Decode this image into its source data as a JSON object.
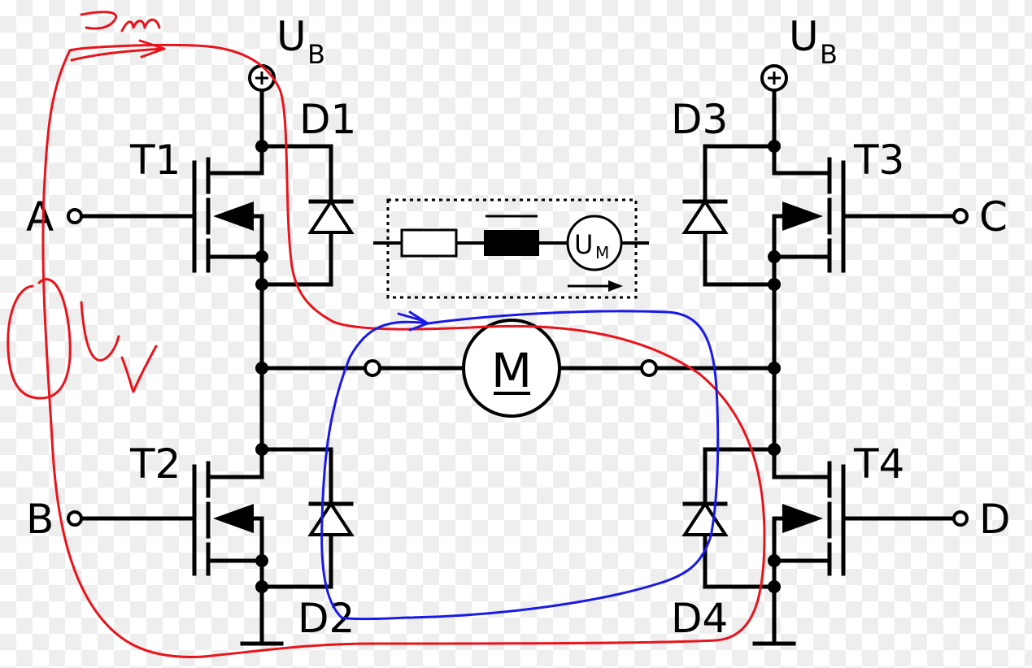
{
  "diagram": {
    "supply_label": "U",
    "supply_sub": "B",
    "transistors": [
      "T1",
      "T2",
      "T3",
      "T4"
    ],
    "diodes": [
      "D1",
      "D2",
      "D3",
      "D4"
    ],
    "inputs": [
      "A",
      "B",
      "C",
      "D"
    ],
    "motor": "M",
    "inset_source": "U",
    "inset_source_sub": "M"
  },
  "annotations": {
    "current_label": "Im",
    "voltage_label": "Uv"
  },
  "colors": {
    "red_path": "#e8141c",
    "blue_path": "#1a1ae6"
  }
}
